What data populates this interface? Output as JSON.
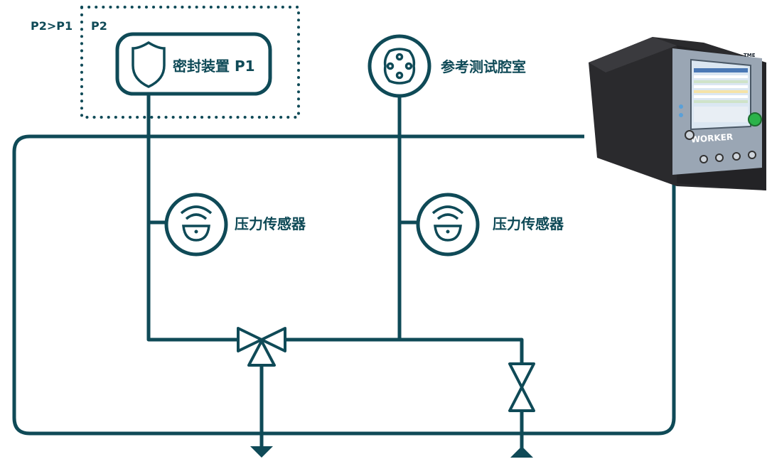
{
  "labels": {
    "p2_gt_p1": "P2>P1",
    "p2": "P2",
    "seal_device": "密封装置 P1",
    "reference_chamber": "参考测试腔室",
    "pressure_sensor_left": "压力传感器",
    "pressure_sensor_right": "压力传感器"
  },
  "device": {
    "brand": "TME",
    "model": "WORKER"
  },
  "colors": {
    "line": "#0f4a57",
    "background": "#ffffff",
    "device_body": "#2a2a2d",
    "device_button": "#2bb34a"
  },
  "icons": [
    "shield-icon",
    "reference-chamber-icon",
    "pressure-sensor-icon",
    "three-way-valve-icon",
    "two-way-valve-icon",
    "outlet-arrow-icon",
    "inlet-arrow-icon"
  ]
}
